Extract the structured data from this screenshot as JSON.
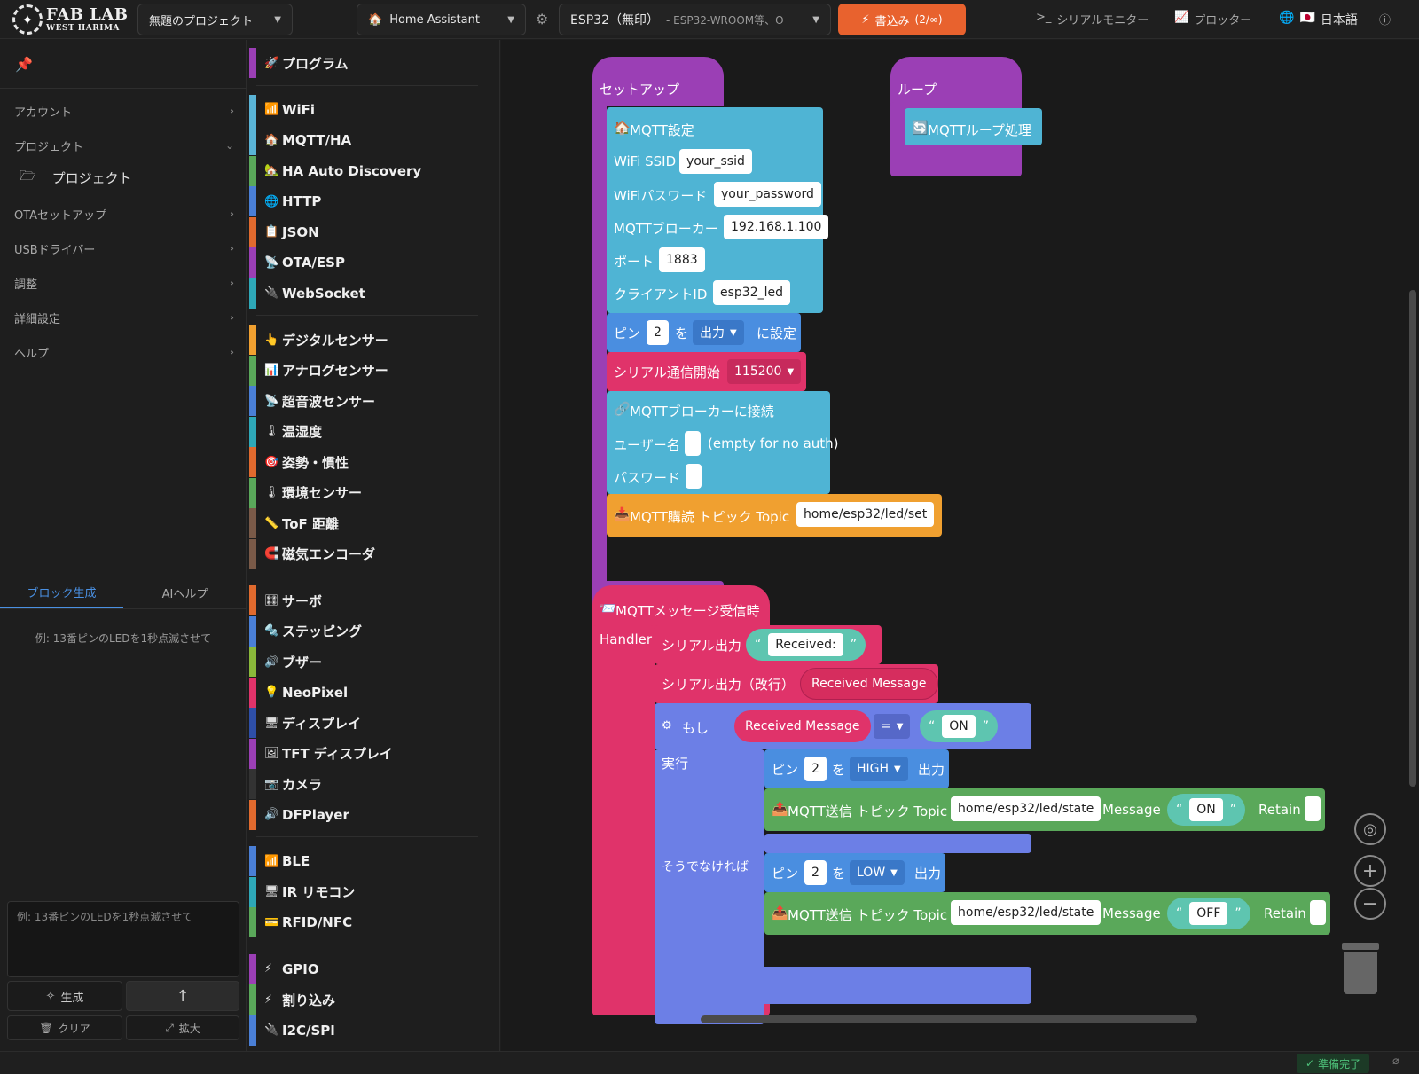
{
  "app": {
    "logo_line1": "FAB LAB",
    "logo_line2": "WEST HARIMA"
  },
  "topbar": {
    "project_select": "無題のプロジェクト",
    "platform_select": "Home Assistant",
    "platform_icon": "🏠",
    "board_name": "ESP32（無印）",
    "board_desc": "- ESP32-WROOM等、O",
    "write_label": "書込み",
    "write_count": "(2/∞)",
    "serial_monitor": "シリアルモニター",
    "plotter": "プロッター",
    "language": "日本語",
    "flag": "🇯🇵"
  },
  "sidebar": {
    "menu": [
      {
        "label": "アカウント",
        "arrow": "›"
      },
      {
        "label": "プロジェクト",
        "arrow": "⌄"
      },
      {
        "label": "OTAセットアップ",
        "arrow": "›"
      },
      {
        "label": "USBドライバー",
        "arrow": "›"
      },
      {
        "label": "調整",
        "arrow": "›"
      },
      {
        "label": "詳細設定",
        "arrow": "›"
      },
      {
        "label": "ヘルプ",
        "arrow": "›"
      }
    ],
    "project_sub": "プロジェクト",
    "tabs": [
      "ブロック生成",
      "AIヘルプ"
    ],
    "hint": "例: 13番ピンのLEDを1秒点滅させて",
    "prompt_placeholder": "例: 13番ピンのLEDを1秒点滅させて",
    "generate": "生成",
    "clear": "クリア",
    "expand": "拡大"
  },
  "categories": [
    {
      "label": "プログラム",
      "icon": "🚀",
      "color": "#9b3fb5"
    },
    {
      "label": "WiFi",
      "icon": "📶",
      "color": "#5ab4d6"
    },
    {
      "label": "MQTT/HA",
      "icon": "🏠",
      "color": "#5ab4d6"
    },
    {
      "label": "HA Auto Discovery",
      "icon": "🏡",
      "color": "#5aa85a"
    },
    {
      "label": "HTTP",
      "icon": "🌐",
      "color": "#4a7fd6"
    },
    {
      "label": "JSON",
      "icon": "📋",
      "color": "#e06a2e"
    },
    {
      "label": "OTA/ESP",
      "icon": "📡",
      "color": "#9b3fb5"
    },
    {
      "label": "WebSocket",
      "icon": "🔌",
      "color": "#2ea8b8"
    },
    {
      "label": "デジタルセンサー",
      "icon": "👆",
      "color": "#f0a030"
    },
    {
      "label": "アナログセンサー",
      "icon": "📊",
      "color": "#5aa85a"
    },
    {
      "label": "超音波センサー",
      "icon": "📡",
      "color": "#4a7fd6"
    },
    {
      "label": "温湿度",
      "icon": "🌡",
      "color": "#2ea8b8"
    },
    {
      "label": "姿勢・慣性",
      "icon": "🎯",
      "color": "#e06a2e"
    },
    {
      "label": "環境センサー",
      "icon": "🌡",
      "color": "#5aa85a"
    },
    {
      "label": "ToF 距離",
      "icon": "📏",
      "color": "#7a5a48"
    },
    {
      "label": "磁気エンコーダ",
      "icon": "🧲",
      "color": "#7a5a48"
    },
    {
      "label": "サーボ",
      "icon": "🎛",
      "color": "#e06a2e"
    },
    {
      "label": "ステッピング",
      "icon": "🔩",
      "color": "#4a7fd6"
    },
    {
      "label": "ブザー",
      "icon": "🔊",
      "color": "#8ab83a"
    },
    {
      "label": "NeoPixel",
      "icon": "💡",
      "color": "#e0336a"
    },
    {
      "label": "ディスプレイ",
      "icon": "🖥",
      "color": "#2e4fa8"
    },
    {
      "label": "TFT ディスプレイ",
      "icon": "🖼",
      "color": "#9b3fb5"
    },
    {
      "label": "カメラ",
      "icon": "📷",
      "color": "#333333"
    },
    {
      "label": "DFPlayer",
      "icon": "🔊",
      "color": "#e06a2e"
    },
    {
      "label": "BLE",
      "icon": "📶",
      "color": "#4a7fd6"
    },
    {
      "label": "IR リモコン",
      "icon": "🖥",
      "color": "#2ea8b8"
    },
    {
      "label": "RFID/NFC",
      "icon": "💳",
      "color": "#5aa85a"
    },
    {
      "label": "GPIO",
      "icon": "⚡",
      "color": "#9b3fb5"
    },
    {
      "label": "割り込み",
      "icon": "⚡",
      "color": "#5aa85a"
    },
    {
      "label": "I2C/SPI",
      "icon": "🔌",
      "color": "#4a7fd6"
    }
  ],
  "blocks": {
    "setup": {
      "title": "セットアップ",
      "mqtt_title": "MQTT設定",
      "ssid_label": "WiFi SSID",
      "ssid_value": "your_ssid",
      "pass_label": "WiFiパスワード",
      "pass_value": "your_password",
      "broker_label": "MQTTブローカー",
      "broker_value": "192.168.1.100",
      "port_label": "ポート",
      "port_value": "1883",
      "client_label": "クライアントID",
      "client_value": "esp32_led",
      "pin_label": "ピン",
      "pin_value": "2",
      "pin_wo": "を",
      "pin_mode": "出力",
      "pin_set": "に設定",
      "serial_label": "シリアル通信開始",
      "serial_baud": "115200",
      "connect_title": "MQTTブローカーに接続",
      "user_label": "ユーザー名",
      "user_hint": "(empty for no auth)",
      "pw_label": "パスワード",
      "subscribe_label": "MQTT購読 トピック Topic",
      "subscribe_topic": "home/esp32/led/set"
    },
    "loop": {
      "title": "ループ",
      "process": "MQTTループ処理"
    },
    "handler": {
      "title": "MQTTメッセージ受信時",
      "handler_label": "Handler",
      "serial_print": "シリアル出力",
      "received_str": "Received:",
      "serial_println": "シリアル出力（改行）",
      "received_msg": "Received Message",
      "if_label": "もし",
      "if_msg": "Received Message",
      "op": "=",
      "on_str": "ON",
      "do_label": "実行",
      "pin_label": "ピン",
      "pin_value": "2",
      "pin_wo": "を",
      "high": "HIGH",
      "output": "出力",
      "publish_label": "MQTT送信 トピック Topic",
      "topic": "home/esp32/led/state",
      "message_label": "Message",
      "retain_label": "Retain",
      "else_label": "そうでなければ",
      "low": "LOW",
      "off_str": "OFF"
    }
  },
  "status": {
    "ready": "準備完了"
  }
}
